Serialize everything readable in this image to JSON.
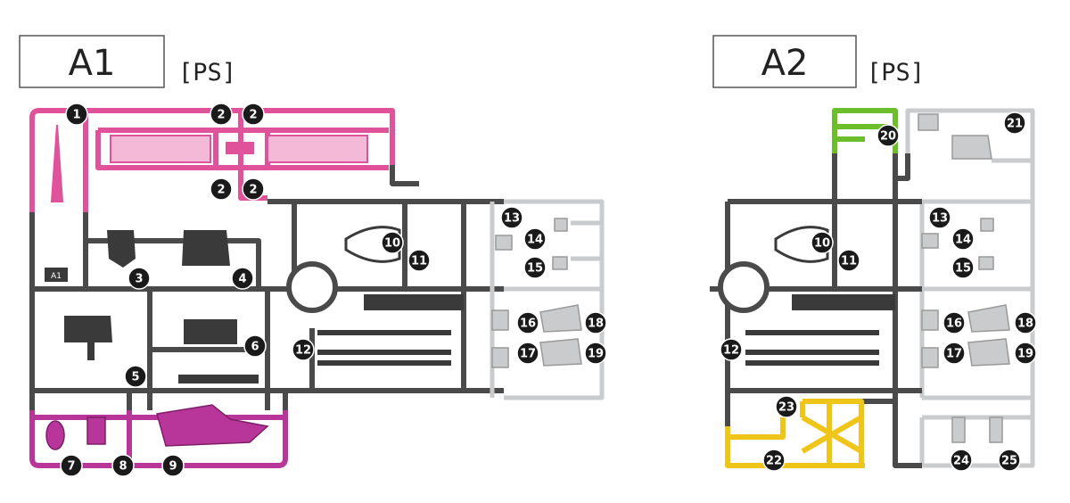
{
  "colors": {
    "runner": "#4a4a4a",
    "runner_dark": "#3a3a3a",
    "pink": "#e0529a",
    "magenta": "#b8359a",
    "light_grey": "#c9cbcc",
    "green": "#6cbf2a",
    "yellow": "#f0c51a",
    "callout": "#1a1a1a"
  },
  "sprue_a1": {
    "title": "A1",
    "material": "[PS]",
    "gate_tag": "A1",
    "callouts": [
      "1",
      "2",
      "2",
      "2",
      "2",
      "3",
      "4",
      "5",
      "6",
      "7",
      "8",
      "9",
      "10",
      "11",
      "12",
      "13",
      "14",
      "15",
      "16",
      "17",
      "18",
      "19"
    ]
  },
  "sprue_a2": {
    "title": "A2",
    "material": "[PS]",
    "callouts": [
      "10",
      "11",
      "12",
      "13",
      "14",
      "15",
      "16",
      "17",
      "18",
      "19",
      "20",
      "21",
      "22",
      "23",
      "24",
      "25"
    ]
  }
}
